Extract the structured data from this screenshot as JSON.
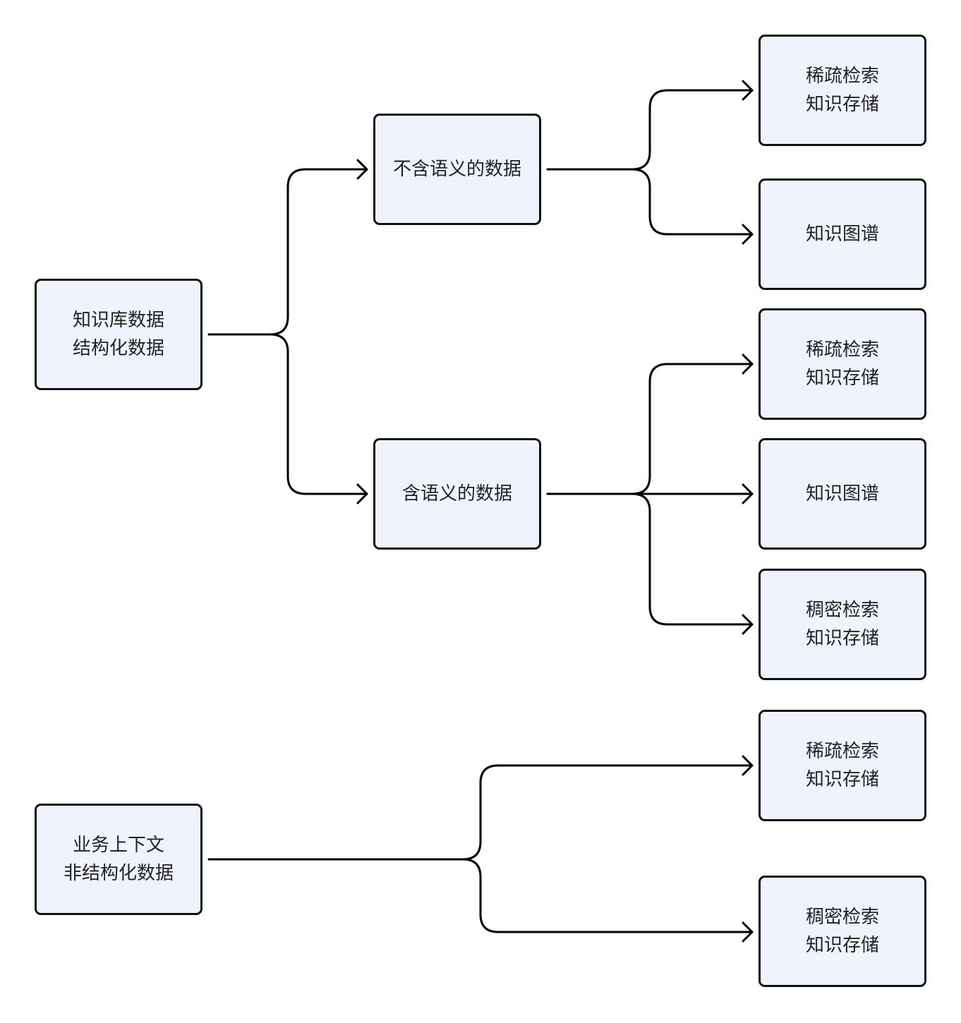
{
  "diagram": {
    "nodes": {
      "kb": {
        "label": "知识库数据\n结构化数据"
      },
      "biz": {
        "label": "业务上下文\n非结构化数据"
      },
      "nonsem": {
        "label": "不含语义的数据"
      },
      "sem": {
        "label": "含语义的数据"
      },
      "n_sparse": {
        "label": "稀疏检索\n知识存储"
      },
      "n_graph": {
        "label": "知识图谱"
      },
      "s_sparse": {
        "label": "稀疏检索\n知识存储"
      },
      "s_graph": {
        "label": "知识图谱"
      },
      "s_dense": {
        "label": "稠密检索\n知识存储"
      },
      "b_sparse": {
        "label": "稀疏检索\n知识存储"
      },
      "b_dense": {
        "label": "稠密检索\n知识存储"
      }
    },
    "edges": [
      {
        "from": "kb",
        "to": "nonsem"
      },
      {
        "from": "kb",
        "to": "sem"
      },
      {
        "from": "nonsem",
        "to": "n_sparse"
      },
      {
        "from": "nonsem",
        "to": "n_graph"
      },
      {
        "from": "sem",
        "to": "s_sparse"
      },
      {
        "from": "sem",
        "to": "s_graph"
      },
      {
        "from": "sem",
        "to": "s_dense"
      },
      {
        "from": "biz",
        "to": "b_sparse"
      },
      {
        "from": "biz",
        "to": "b_dense"
      }
    ],
    "colors": {
      "node_fill": "#eef3fc",
      "node_border": "#111111",
      "edge": "#000000",
      "text": "#222222"
    }
  }
}
